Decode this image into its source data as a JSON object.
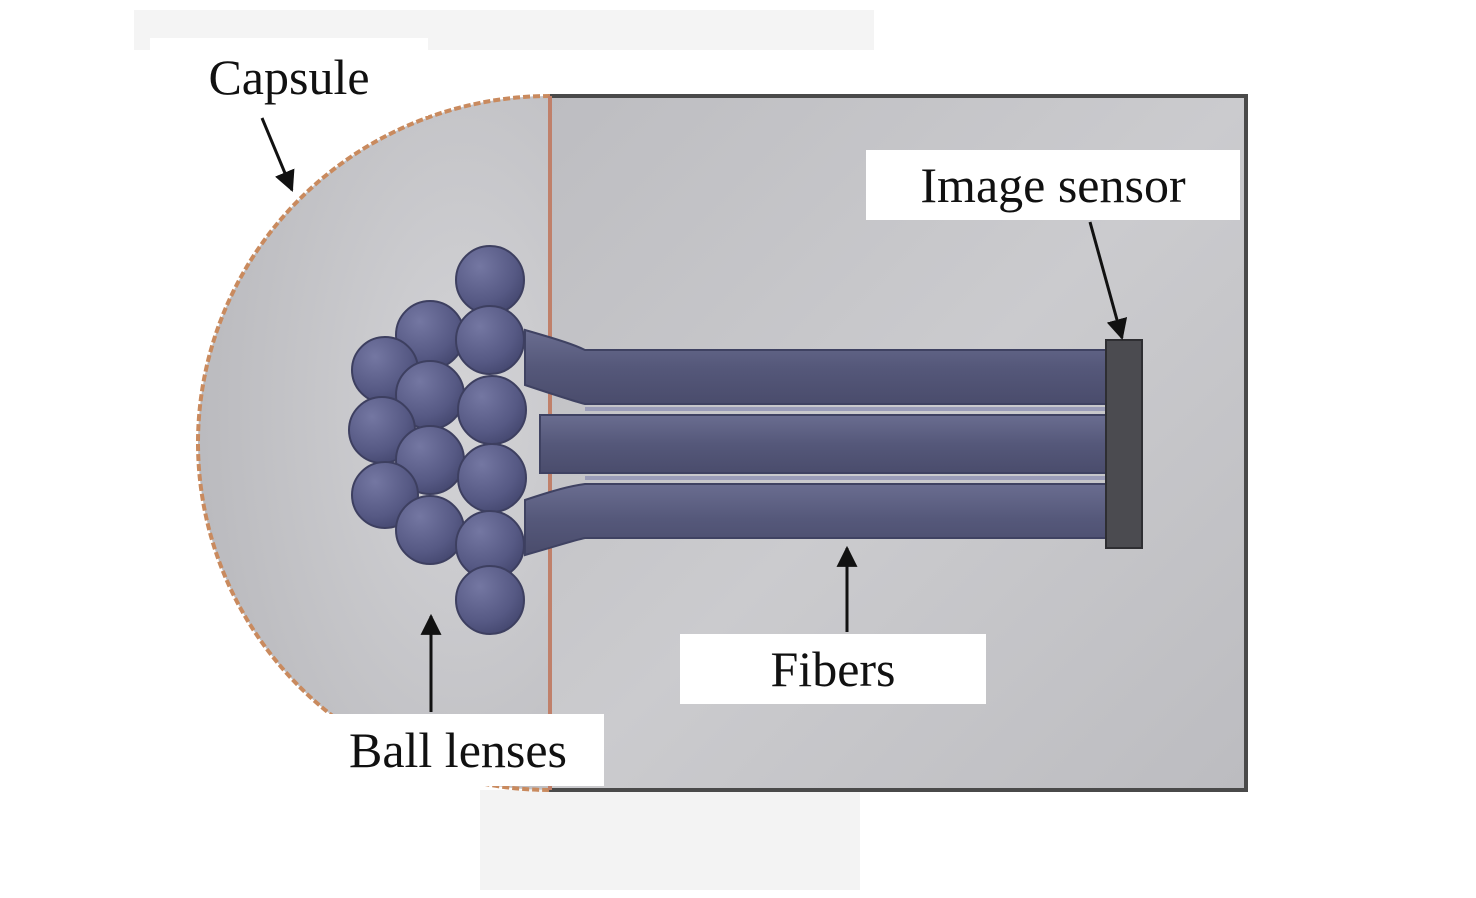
{
  "labels": {
    "capsule": "Capsule",
    "image_sensor": "Image sensor",
    "fibers": "Fibers",
    "ball_lenses": "Ball lenses"
  },
  "colors": {
    "background": "#ffffff",
    "housing_fill": "#c3c3c6",
    "capsule_outline": "#c98a5e",
    "housing_border": "#4a4a4a",
    "ball_lens_fill": "#5a5d86",
    "ball_lens_outline": "#3d3f60",
    "fiber_fill": "#575a78",
    "fiber_highlight": "#8a8db0",
    "sensor_fill": "#4b4b50",
    "arrow": "#111111"
  },
  "components": [
    {
      "name": "capsule",
      "shape": "hemispherical dome"
    },
    {
      "name": "ball lenses",
      "shape": "cluster of spheres"
    },
    {
      "name": "fibers",
      "shape": "three parallel fiber bundles"
    },
    {
      "name": "image sensor",
      "shape": "vertical bar"
    }
  ]
}
